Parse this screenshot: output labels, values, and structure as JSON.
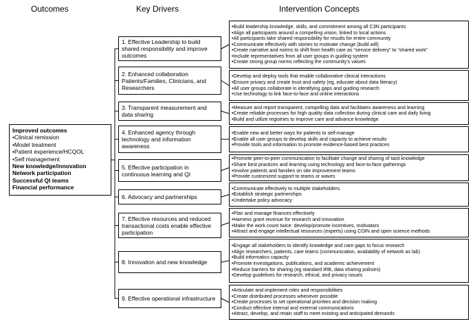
{
  "headers": {
    "outcomes": "Outcomes",
    "drivers": "Key Drivers",
    "concepts": "Intervention Concepts"
  },
  "outcomes": {
    "title": "Improved outcomes",
    "items": [
      "•Clinical remission",
      "•Model treatment",
      "•Patient experience/HCQOL",
      "•Self management"
    ],
    "bold_items": [
      "New knowledge/innovation",
      "Network participation",
      "Successful QI teams",
      "Financial performance"
    ]
  },
  "drivers": [
    {
      "label": "1. Effective Leadership to build shared responsibility and improve outcomes",
      "concepts": [
        "•Build leadership knowledge, skills, and commitment among all C3N participants",
        "•Align all participants around a compelling vision, linked to local actions",
        "•All participants take shared responsibility for results for entire community",
        "•Communicate effectively with stories to motivate change (build will)",
        "•Create narrative and norms to shift from health care as “service delivery” to “shared work”",
        "•Include representatives from all user groups in guiding system",
        "•Create strong group norms reflecting the community’s values"
      ]
    },
    {
      "label": "2. Enhanced collaboration Patients/Families, Clinicians, and Researchers",
      "concepts": [
        "•Develop and deploy tools that enable collaborative clinical interactions",
        "•Ensure privacy and create trust and safety (eg, educate about data literacy)",
        "•All user groups collaborate in identifying gaps and guiding research",
        "•Use technology to link face-to-face and online interactions"
      ]
    },
    {
      "label": "3. Transparent measurement and data sharing",
      "concepts": [
        "•Measure and report transparent, compelling data and facilitates awareness and learning",
        "•Create reliable processes for high quality data collection during clinical care and daily living",
        "•Build and utilize registries to improve care and advance knowledge"
      ]
    },
    {
      "label": "4. Enhanced agency through technology and information awareness",
      "concepts": [
        "•Enable new and better ways for patients to self-manage",
        "•Enable all user groups to develop skills and capacity to achieve results",
        "•Provide tools and information to promote evidence-based best practices"
      ]
    },
    {
      "label": "5. Effective participation in continuous learning and QI",
      "concepts": [
        "•Promote peer-to-peer communication to facilitate change and sharing of tacit knowledge",
        "•Share best practices and learning using technology and face-to-face gatherings",
        "•Involve patients and families on site improvement teams",
        "•Provide customized support to teams or waves"
      ]
    },
    {
      "label": "6. Advocacy and partnerships",
      "concepts": [
        "•Communicate effectively to multiple stakeholders",
        "•Establish strategic partnerships",
        "•Undertake policy advocacy"
      ]
    },
    {
      "label": "7. Effective resources and reduced transactional costs enable effective participation",
      "concepts": [
        "•Plan and manage finances effectively",
        "•Harness grant revenue for research and innovation",
        "•Make the work count twice: develop/promote incentives, motivators",
        "•Attract and engage intellectual resources (experts) using COIN and open science methods"
      ]
    },
    {
      "label": "8. Innovation and new knowledge",
      "concepts": [
        "•Engage all stakeholders to identify knowledge and care gaps to focus research",
        "•Align researchers, patients, care teams (communication, availability of network as lab)",
        "•Build informatics capacity",
        "•Promote investigations, publications, and academic achievement",
        "•Reduce barriers for sharing (eg standard IRB, data sharing policies)",
        "•Develop guidelines for research, ethical, and privacy issues"
      ]
    },
    {
      "label": "9. Effective operational infrastructure",
      "concepts": [
        "•Articulate and implement roles and responsibilities",
        "•Create distributed processes whenever possible",
        "•Create processes to set operational priorities and decision making",
        "•Conduct effective internal and external communications",
        "•Attract, develop, and retain staff to meet existing and anticipated demands"
      ]
    }
  ]
}
